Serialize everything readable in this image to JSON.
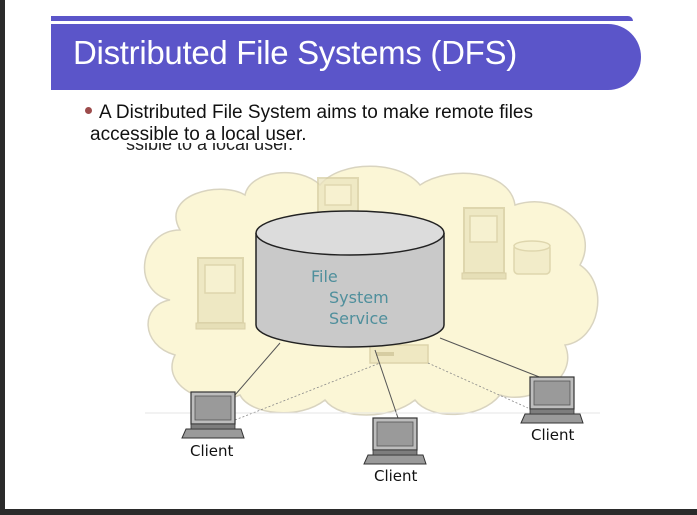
{
  "slide": {
    "title": "Distributed File Systems (DFS)",
    "bullet_line1": "A Distributed File System aims to make remote files",
    "bullet_line2": "accessible to a local user.",
    "ghost_text": "ssible to a local user."
  },
  "diagram": {
    "service_line1": "File",
    "service_line2": "System",
    "service_line3": "Service",
    "clients": [
      "Client",
      "Client",
      "Client"
    ]
  },
  "colors": {
    "title_bar": "#5b55c9",
    "cloud_fill": "#fbf6d6",
    "cylinder_fill": "#c9c9c9",
    "service_text": "#4f8f9c"
  }
}
